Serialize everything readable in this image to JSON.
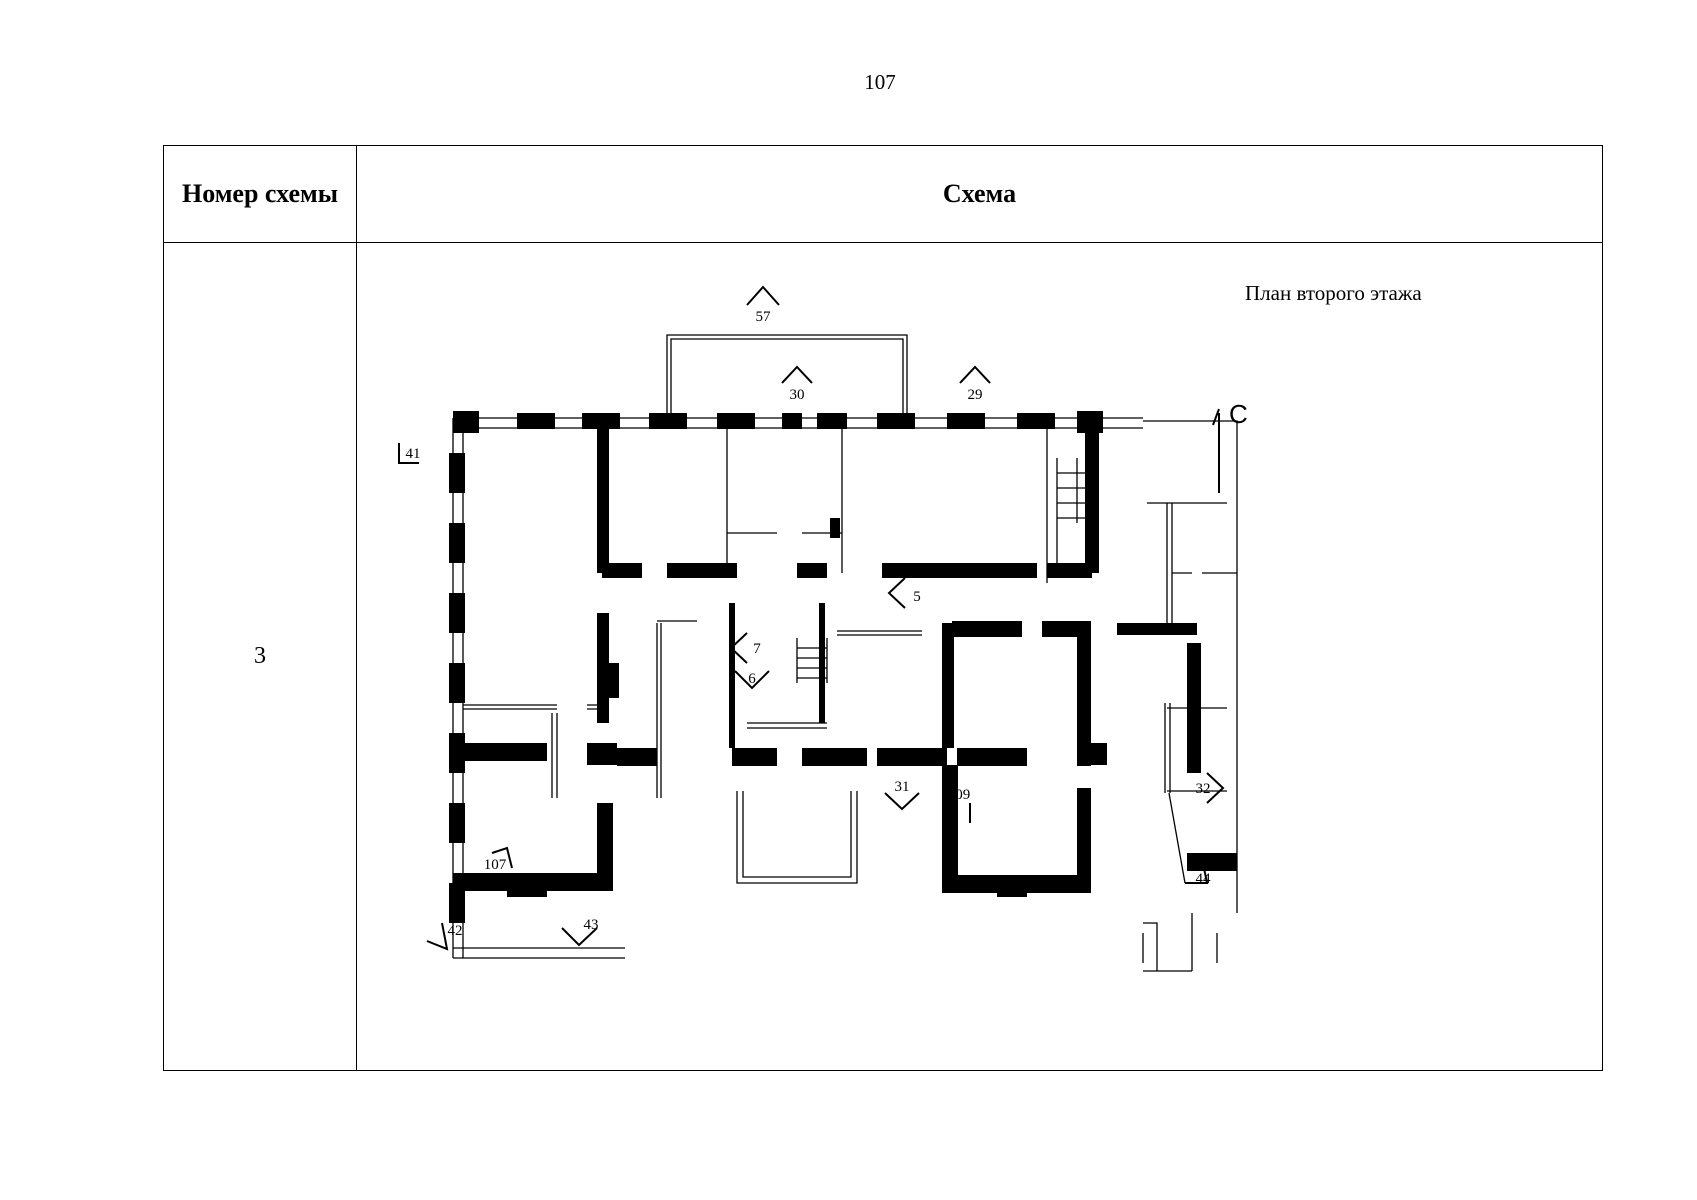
{
  "page_number": "107",
  "table": {
    "header_number": "Номер схемы",
    "header_scheme": "Схема",
    "row_number": "3"
  },
  "plan": {
    "title": "План второго этажа",
    "north_label": "С",
    "markers": [
      "57",
      "30",
      "29",
      "41",
      "5",
      "7",
      "6",
      "31",
      "109",
      "32",
      "107",
      "44",
      "42",
      "43"
    ]
  }
}
